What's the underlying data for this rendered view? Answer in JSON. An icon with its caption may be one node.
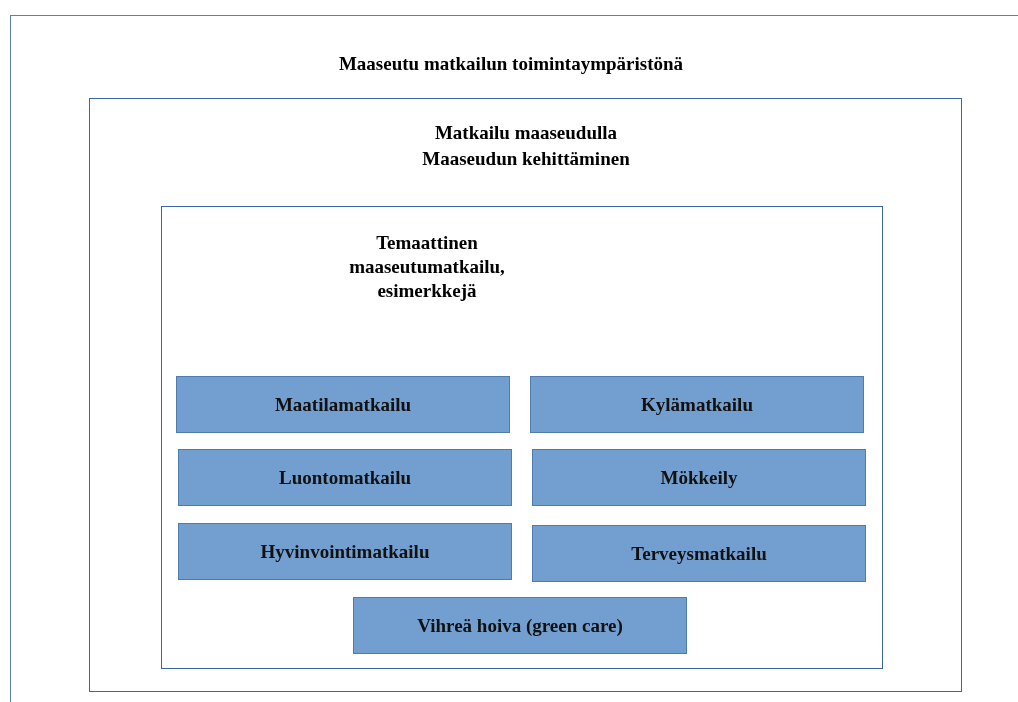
{
  "diagram": {
    "nodes": [
      {
        "text": [
          "Maaseutu matkailun toimintaympäristönä"
        ]
      },
      {
        "text": [
          "Matkailu maaseudulla",
          "Maaseudun kehittäminen"
        ],
        "in": 0
      },
      {
        "text": [
          "Temaattinen maaseutumatkailu, esimerkkejä"
        ],
        "in": 1
      },
      {
        "text": [
          "Maatilamatkailu"
        ],
        "in": 2
      },
      {
        "text": [
          "Kylämatkailu"
        ],
        "in": 2
      },
      {
        "text": [
          "Luontomatkailu"
        ],
        "in": 2
      },
      {
        "text": [
          "Mökkeily"
        ],
        "in": 2
      },
      {
        "text": [
          "Hyvinvointimatkailu"
        ],
        "in": 2
      },
      {
        "text": [
          "Terveysmatkailu"
        ],
        "in": 2
      },
      {
        "text": [
          "Vihreä hoiva (green care)"
        ],
        "in": 2
      }
    ]
  }
}
